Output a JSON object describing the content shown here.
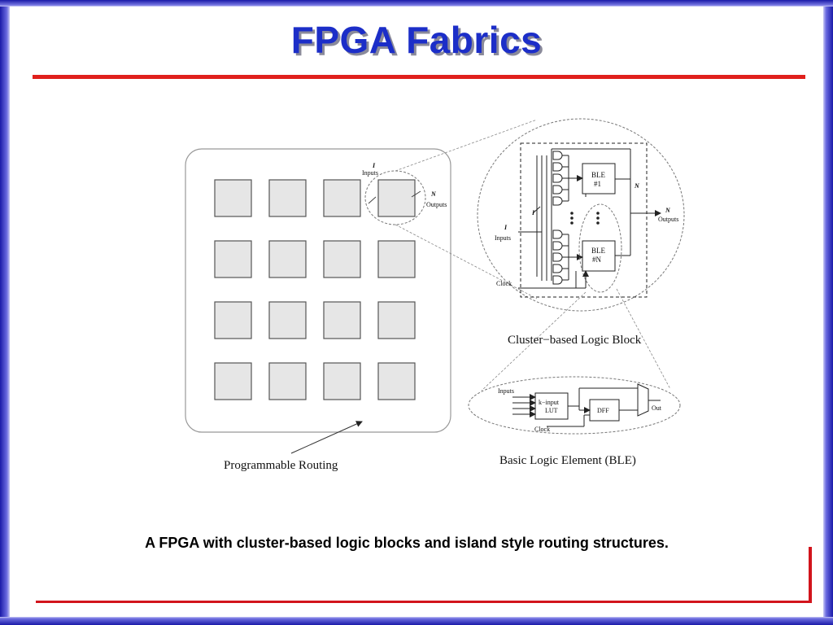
{
  "slide": {
    "title": "FPGA Fabrics",
    "caption": "A FPGA with cluster-based logic blocks and island style routing structures."
  },
  "fabric": {
    "tile_inputs_symbol": "I",
    "tile_inputs_label": "Inputs",
    "tile_outputs_symbol": "N",
    "tile_outputs_label": "Outputs",
    "routing_label": "Programmable Routing"
  },
  "cluster": {
    "title": "Cluster−based Logic Block",
    "ble1_label": "BLE",
    "ble1_num": "#1",
    "bleN_label": "BLE",
    "bleN_num": "#N",
    "inputs_symbol": "I",
    "inputs_label": "Inputs",
    "internal_symbol": "I",
    "feedback_symbol": "N",
    "outputs_symbol": "N",
    "outputs_label": "Outputs",
    "clock_label": "Clock"
  },
  "ble": {
    "title": "Basic Logic Element (BLE)",
    "inputs_label": "Inputs",
    "lut_line1": "k−input",
    "lut_line2": "LUT",
    "dff_label": "DFF",
    "out_label": "Out",
    "clock_label": "Clock"
  }
}
